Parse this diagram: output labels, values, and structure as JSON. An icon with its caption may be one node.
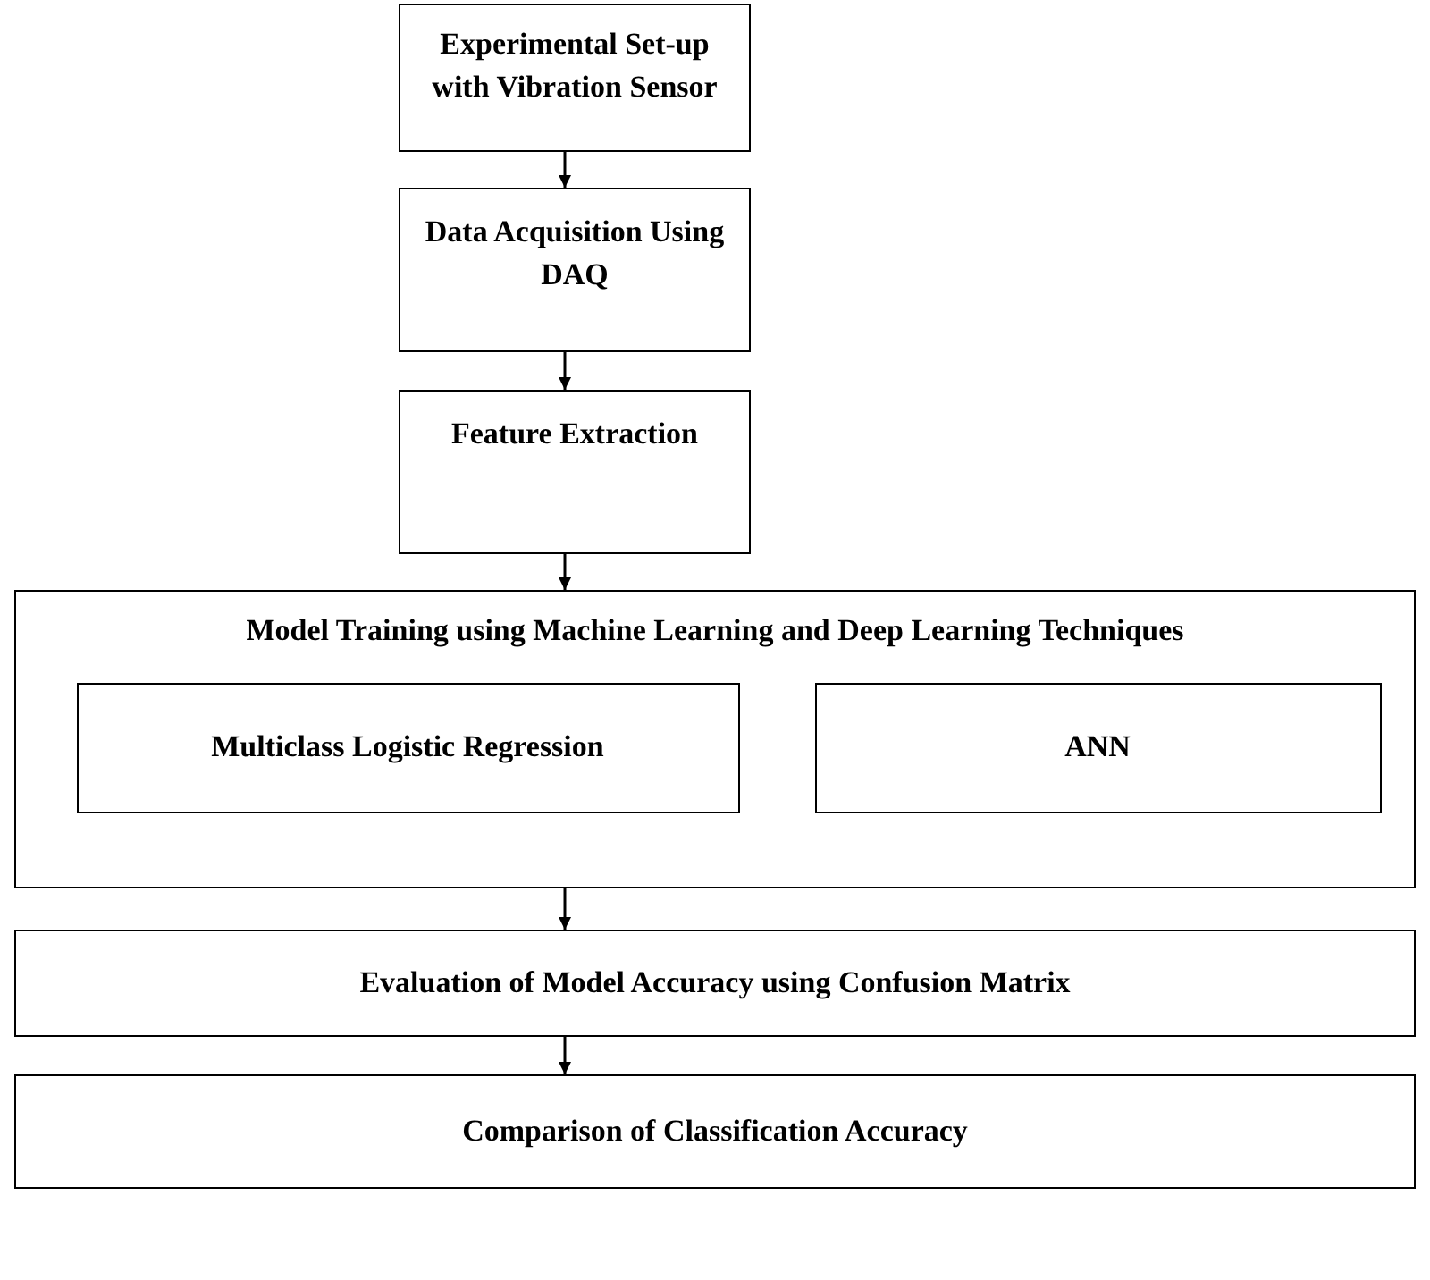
{
  "diagram": {
    "nodes": [
      {
        "text": [
          "Experimental Set-up with Vibration Sensor"
        ]
      },
      {
        "text": [
          "Data Acquisition Using DAQ"
        ]
      },
      {
        "text": [
          "Feature Extraction"
        ]
      },
      {
        "text": [
          "Model Training using Machine Learning and Deep Learning Techniques"
        ]
      },
      {
        "text": [
          "Multiclass Logistic Regression"
        ],
        "in": 3
      },
      {
        "text": [
          "ANN"
        ],
        "in": 3
      },
      {
        "text": [
          "Evaluation of Model Accuracy using Confusion Matrix"
        ]
      },
      {
        "text": [
          "Comparison of Classification Accuracy"
        ]
      }
    ],
    "edges": [
      {
        "from": 0,
        "to": 1,
        "arrow": "to"
      },
      {
        "from": 1,
        "to": 2,
        "arrow": "to"
      },
      {
        "from": 2,
        "to": 3,
        "arrow": "to"
      },
      {
        "from": 3,
        "to": 6,
        "arrow": "to"
      },
      {
        "from": 6,
        "to": 7,
        "arrow": "to"
      }
    ]
  }
}
